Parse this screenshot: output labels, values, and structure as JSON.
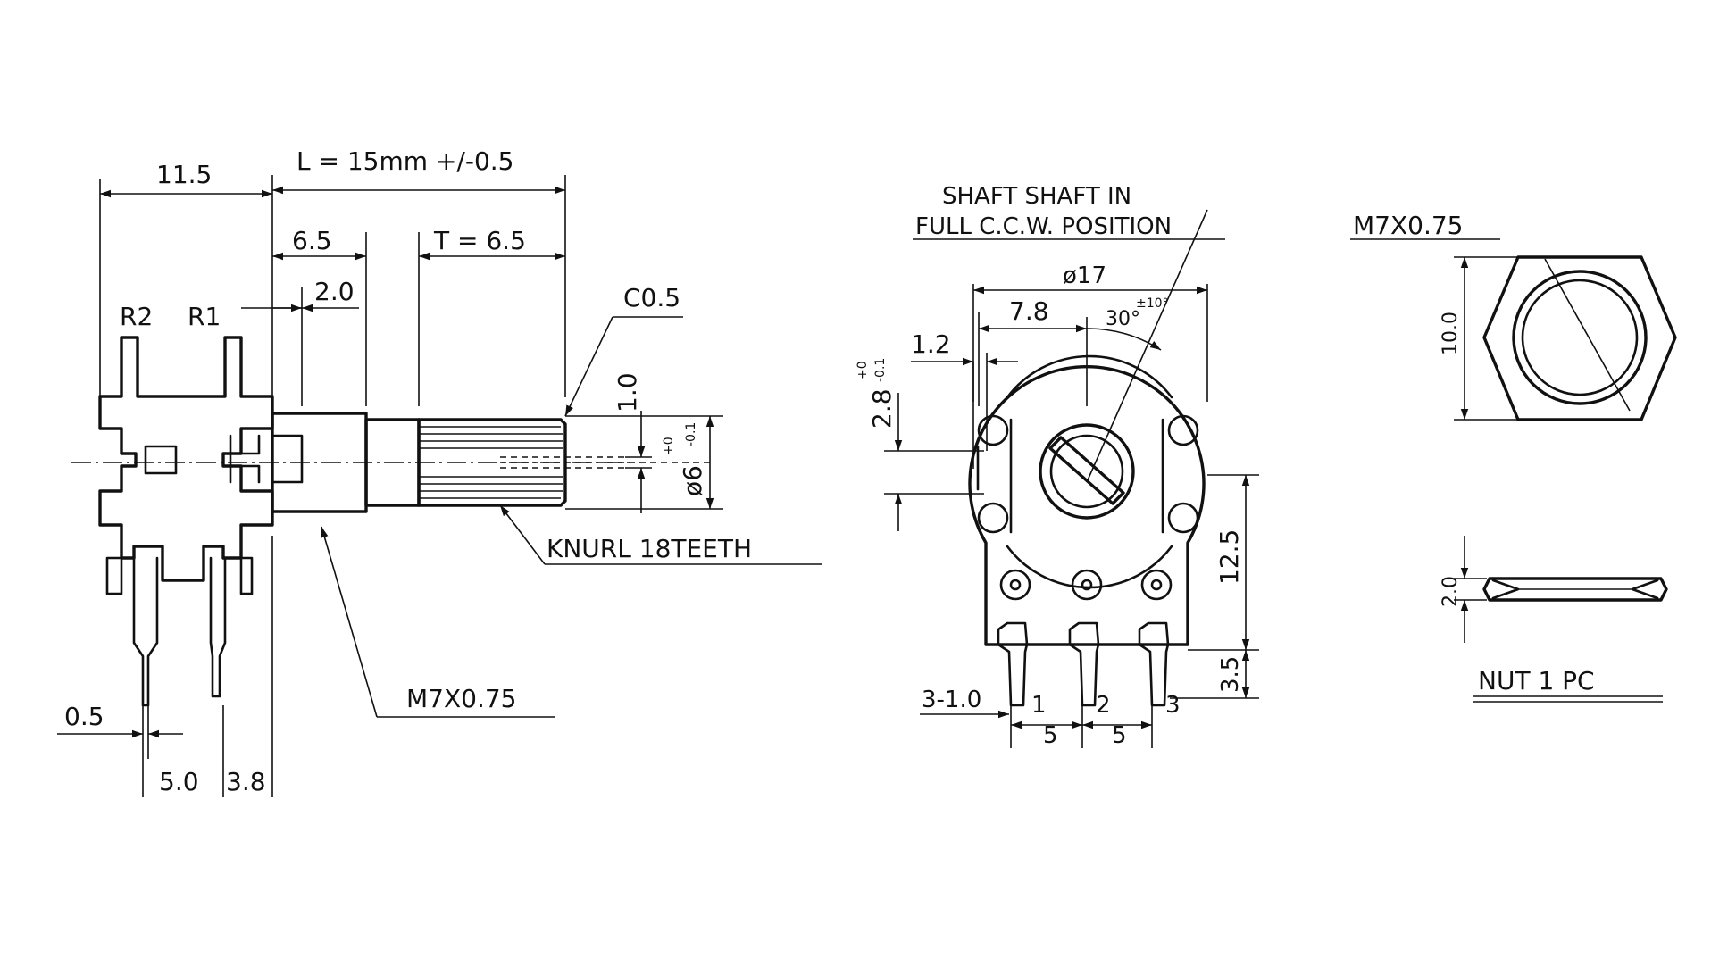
{
  "side_view": {
    "dim_11_5": "11.5",
    "dim_length": "L = 15mm +/-0.5",
    "dim_6_5": "6.5",
    "dim_t": "T = 6.5",
    "dim_2_0": "2.0",
    "label_r2": "R2",
    "label_r1": "R1",
    "chamfer": "C0.5",
    "dim_1_0": "1.0",
    "shaft_dia": "ø6",
    "shaft_dia_tol_upper": "+0",
    "shaft_dia_tol_lower": "-0.1",
    "knurl": "KNURL 18TEETH",
    "thread": "M7X0.75",
    "dim_0_5": "0.5",
    "dim_5_0": "5.0",
    "dim_3_8": "3.8"
  },
  "front_view": {
    "shaft_note_line1": "SHAFT SHAFT IN",
    "shaft_note_line2": "FULL C.C.W. POSITION",
    "dim_dia17": "ø17",
    "dim_7_8": "7.8",
    "angle": "30°",
    "angle_tol": "±10°",
    "dim_1_2": "1.2",
    "dim_2_8": "2.8",
    "dim_2_8_tol_upper": "+0",
    "dim_2_8_tol_lower": "-0.1",
    "dim_12_5": "12.5",
    "dim_3_5": "3.5",
    "dim_pin": "3-1.0",
    "pin_1": "1",
    "pin_2": "2",
    "pin_3": "3",
    "pitch_1": "5",
    "pitch_2": "5"
  },
  "nut_view": {
    "thread": "M7X0.75",
    "dim_10_0": "10.0",
    "dim_2_0": "2.0",
    "caption": "NUT 1 PC"
  }
}
